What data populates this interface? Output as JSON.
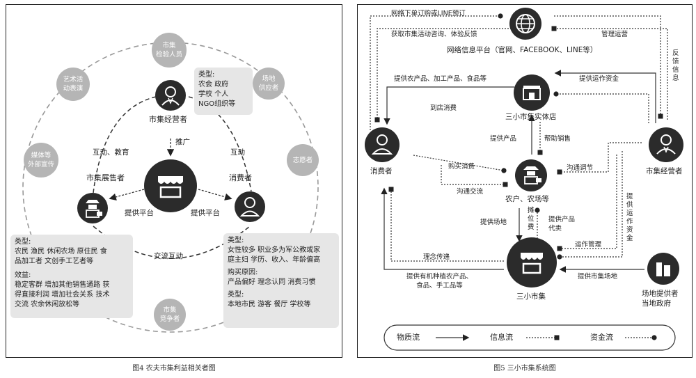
{
  "fig4": {
    "caption": "图4 农夫市集利益相关者图",
    "outer_nodes": {
      "inspector": "市集\n检验人员",
      "venue": "场地\n供应者",
      "arts": "艺术活\n动表演",
      "volunteer": "志愿者",
      "media": "媒体等\n外部宣传",
      "competitor": "市集\n竞争者"
    },
    "operator_label": "市集经营者",
    "exhibitor_label": "市集展售者",
    "consumer_label": "消费者",
    "operator_box": [
      "类型:",
      "农会 政府",
      "学校 个人",
      "NGO组织等"
    ],
    "edges": {
      "promote": "推广",
      "interact_edu": "互动、教育",
      "interact": "互动",
      "platform_left": "提供平台",
      "platform_right": "提供平台",
      "exchange": "交流互动"
    },
    "exhibitor_box": [
      "类型:",
      "农民 渔民 休闲农场 原住民 食",
      "品加工者 文创手工艺者等",
      "",
      "效益:",
      "稳定客群 增加其他销售通路 获",
      "得直接利润 增加社会关系 技术",
      "交流 农余休闲放松等"
    ],
    "consumer_box": [
      "类型:",
      "女性较多 职业多为军公教或家",
      "庭主妇 学历、收入、年龄偏高",
      "",
      "购买原因:",
      "产品偏好 理念认同 消费习惯",
      "",
      "类型:",
      "本地市民 游客 餐厅 学校等"
    ]
  },
  "fig5": {
    "caption": "图5 三小市集系统图",
    "network_platform": "网络信息平台（官网、FACEBOOK、LINE等）",
    "store": "三小市集实体店",
    "consumer": "消费者",
    "operator": "市集经营者",
    "farmers": "农户、农场等",
    "market": "三小市集",
    "venue_provider": "场地提供者\n当地政府",
    "edges": {
      "online_order": "网络下单订购或LINE预订",
      "get_info": "获取市集活动咨询、体验反馈",
      "manage": "管理运营",
      "feedback": "反\n馈\n信\n息",
      "supply_products": "提供农产品、加工产品、食品等",
      "fund_ops": "提供运作资金",
      "shop_in_store": "到店消费",
      "provide_product": "提供产品",
      "help_sell": "帮助销售",
      "buy": "购买消费",
      "communicate_adjust": "沟通调节",
      "communicate": "沟通交流",
      "venue_space": "提供场地",
      "stall_fee": "摊\n位\n费",
      "consign": "提供产品\n代卖",
      "ops_mgmt": "运作管理",
      "ops_fund_v": "提\n供\n运\n作\n资\n金",
      "concept": "理念传递",
      "organic": "提供有机种植农产品、\n食品、手工品等",
      "venue_supply": "提供市集场地"
    },
    "legend": {
      "material": "物质流",
      "info": "信息流",
      "fund": "资金流"
    }
  }
}
